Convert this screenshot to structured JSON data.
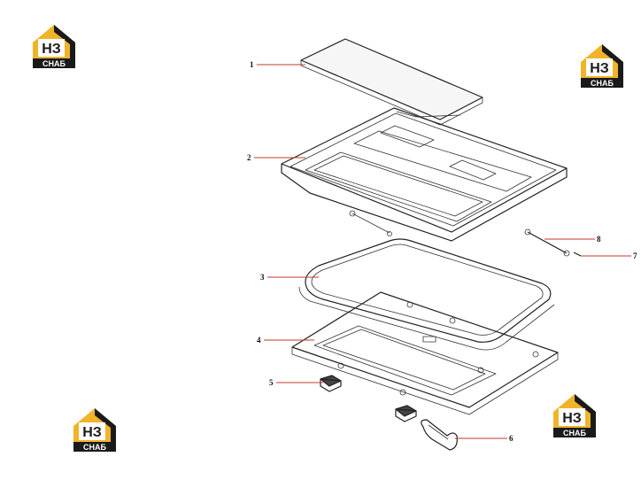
{
  "logos": [
    {
      "name": "logo-top-left",
      "text": "СНАБ",
      "mark": "НЗ"
    },
    {
      "name": "logo-top-right",
      "text": "СНАБ",
      "mark": "НЗ"
    },
    {
      "name": "logo-bottom-left",
      "text": "СНАБ",
      "mark": "НЗ"
    },
    {
      "name": "logo-bottom-right",
      "text": "СНАБ",
      "mark": "НЗ"
    }
  ],
  "colors": {
    "logo_yellow": "#f0b429",
    "logo_black": "#1a1a1a",
    "leader_line": "#c0392b",
    "outline": "#222222"
  },
  "callouts": [
    {
      "label": "1"
    },
    {
      "label": "2"
    },
    {
      "label": "3"
    },
    {
      "label": "4"
    },
    {
      "label": "5"
    },
    {
      "label": "6"
    },
    {
      "label": "7"
    },
    {
      "label": "8"
    }
  ]
}
